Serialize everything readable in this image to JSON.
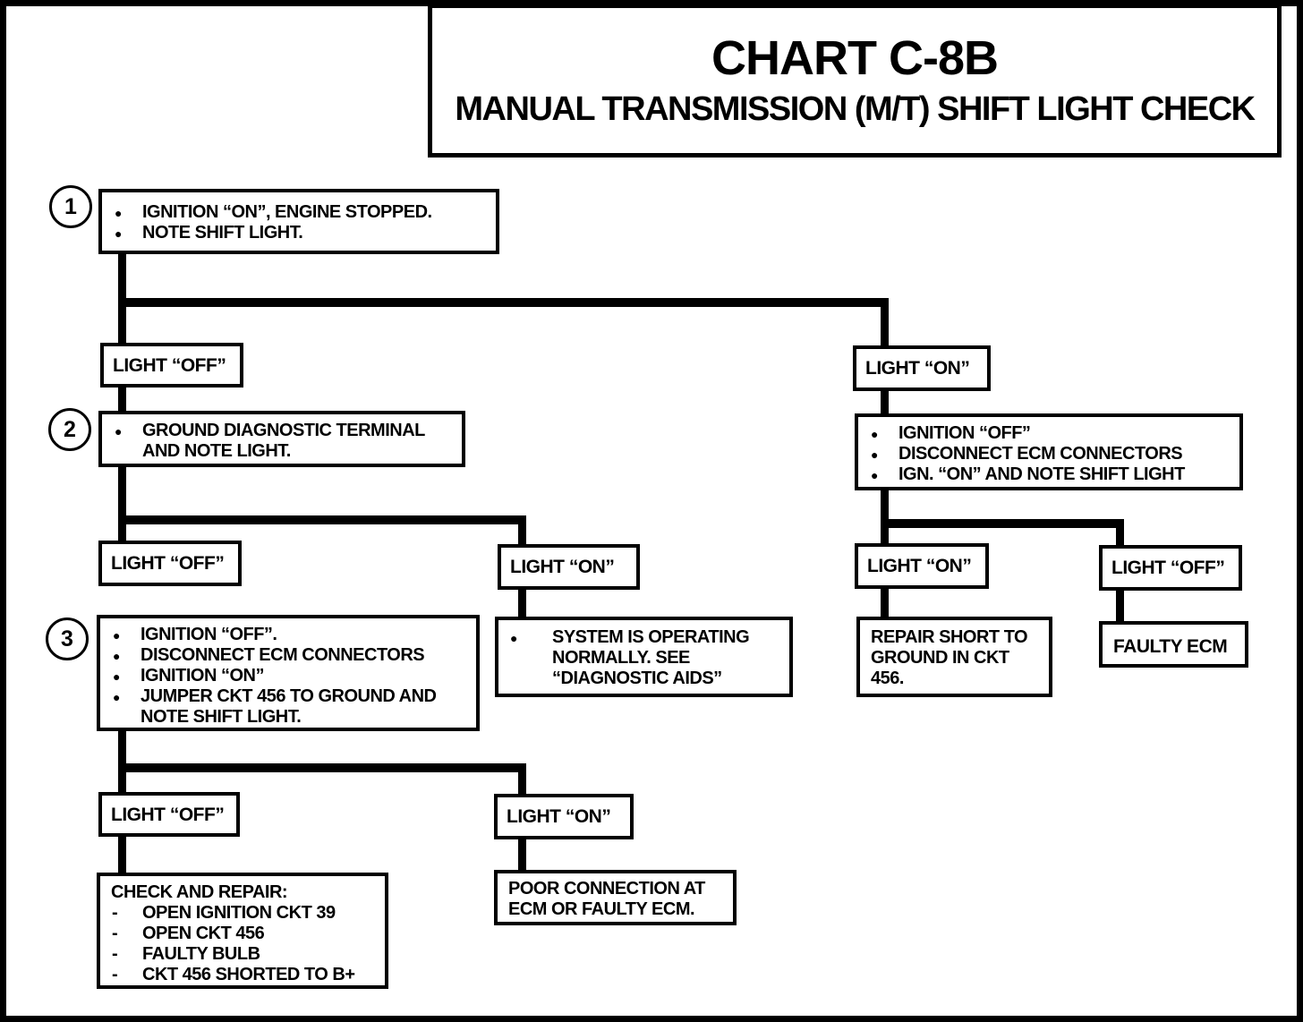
{
  "title": {
    "line1": "CHART C-8B",
    "line2": "MANUAL TRANSMISSION (M/T) SHIFT LIGHT CHECK"
  },
  "colors": {
    "ink": "#000000",
    "paper": "#ffffff"
  },
  "nodes": {
    "step1": {
      "number": "1",
      "bullets": [
        "IGNITION “ON”, ENGINE STOPPED.",
        "NOTE SHIFT LIGHT."
      ]
    },
    "light_off_1": {
      "label": "LIGHT “OFF”"
    },
    "light_on_1": {
      "label": "LIGHT “ON”"
    },
    "step2": {
      "number": "2",
      "bullets": [
        "GROUND DIAGNOSTIC TERMINAL AND NOTE LIGHT."
      ]
    },
    "ecm_check": {
      "bullets": [
        "IGNITION “OFF”",
        "DISCONNECT ECM CONNECTORS",
        "IGN. “ON” AND NOTE SHIFT LIGHT"
      ]
    },
    "light_off_2": {
      "label": "LIGHT “OFF”"
    },
    "light_on_2": {
      "label": "LIGHT “ON”"
    },
    "light_on_3": {
      "label": "LIGHT “ON”"
    },
    "light_off_3": {
      "label": "LIGHT “OFF”"
    },
    "step3": {
      "number": "3",
      "bullets": [
        "IGNITION “OFF”.",
        "DISCONNECT ECM CONNECTORS",
        "IGNITION “ON”",
        "JUMPER CKT 456 TO GROUND AND NOTE SHIFT LIGHT."
      ]
    },
    "system_ok": {
      "bullets": [
        "SYSTEM IS OPERATING NORMALLY. SEE “DIAGNOSTIC AIDS”"
      ]
    },
    "repair_short": {
      "text": "REPAIR SHORT TO GROUND IN CKT 456."
    },
    "faulty_ecm": {
      "text": "FAULTY ECM"
    },
    "light_off_4": {
      "label": "LIGHT “OFF”"
    },
    "light_on_4": {
      "label": "LIGHT “ON”"
    },
    "check_repair": {
      "heading": "CHECK AND REPAIR:",
      "items": [
        "OPEN IGNITION CKT 39",
        "OPEN CKT 456",
        "FAULTY BULB",
        "CKT 456 SHORTED TO B+"
      ]
    },
    "poor_connection": {
      "text": "POOR CONNECTION AT ECM OR FAULTY ECM."
    }
  }
}
